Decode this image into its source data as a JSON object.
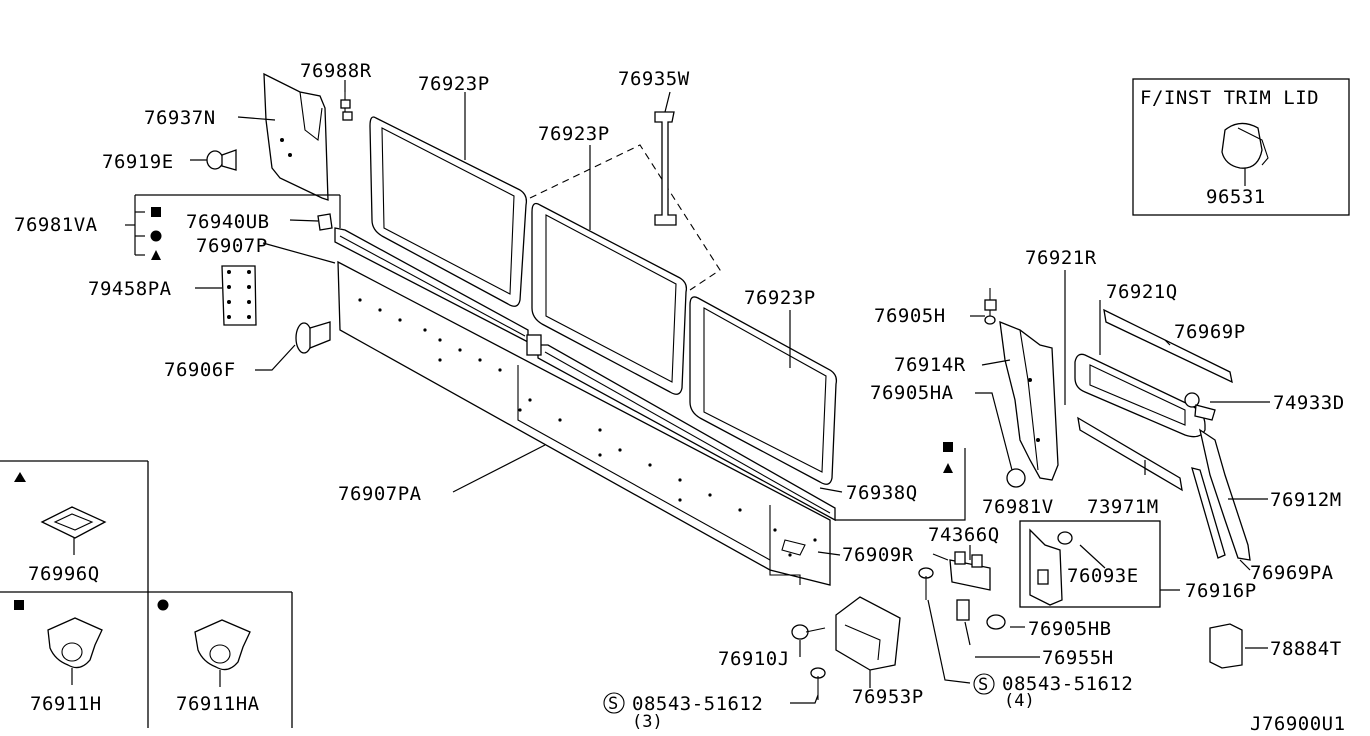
{
  "diagram": {
    "code": "J76900U1",
    "inset_title": "F/INST TRIM LID",
    "parts": {
      "p76988R": "76988R",
      "p76923P_a": "76923P",
      "p76935W": "76935W",
      "p76937N": "76937N",
      "p76923P_b": "76923P",
      "p76919E": "76919E",
      "p76981VA": "76981VA",
      "p76940UB": "76940UB",
      "p76907P": "76907P",
      "p79458PA": "79458PA",
      "p76906F": "76906F",
      "p76923P_c": "76923P",
      "p76921R": "76921R",
      "p76921Q": "76921Q",
      "p76905H": "76905H",
      "p76969P": "76969P",
      "p76914R": "76914R",
      "p76905HA": "76905HA",
      "p74933D": "74933D",
      "p76938Q": "76938Q",
      "p76981V": "76981V",
      "p73971M": "73971M",
      "p76912M": "76912M",
      "p76907PA": "76907PA",
      "p74366Q": "74366Q",
      "p76909R": "76909R",
      "p76093E": "76093E",
      "p76969PA": "76969PA",
      "p76916P": "76916P",
      "p76905HB": "76905HB",
      "p76955H": "76955H",
      "p78884T": "78884T",
      "p76910J": "76910J",
      "p76953P": "76953P",
      "p08543_a": "08543-51612",
      "p08543_a_qty": "(4)",
      "p08543_b": "08543-51612",
      "p08543_b_qty": "(3)",
      "p96531": "96531",
      "p76996Q": "76996Q",
      "p76911H": "76911H",
      "p76911HA": "76911HA"
    },
    "screw_symbol": "S",
    "legend": {
      "triangle": "▲",
      "square": "■",
      "circle": "●"
    }
  }
}
